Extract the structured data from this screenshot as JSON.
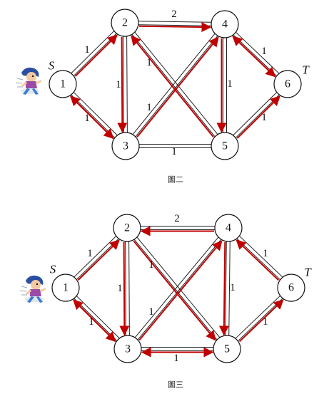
{
  "diagrams": [
    {
      "caption": "圖二",
      "nodes": [
        {
          "id": "1",
          "label": "1",
          "tag": "S"
        },
        {
          "id": "2",
          "label": "2",
          "tag": ""
        },
        {
          "id": "3",
          "label": "3",
          "tag": ""
        },
        {
          "id": "4",
          "label": "4",
          "tag": ""
        },
        {
          "id": "5",
          "label": "5",
          "tag": ""
        },
        {
          "id": "6",
          "label": "6",
          "tag": "T"
        }
      ],
      "edges": [
        {
          "from": "1",
          "to": "2",
          "weight": "1"
        },
        {
          "from": "1",
          "to": "3",
          "weight": "1"
        },
        {
          "from": "2",
          "to": "4",
          "weight": "2"
        },
        {
          "from": "2",
          "to": "3",
          "weight": "1"
        },
        {
          "from": "2",
          "to": "5",
          "weight": "1"
        },
        {
          "from": "3",
          "to": "4",
          "weight": "1"
        },
        {
          "from": "3",
          "to": "5",
          "weight": "1"
        },
        {
          "from": "4",
          "to": "5",
          "weight": "1"
        },
        {
          "from": "4",
          "to": "6",
          "weight": "1"
        },
        {
          "from": "5",
          "to": "6",
          "weight": "1"
        }
      ],
      "path": [
        "1",
        "2",
        "4",
        "5",
        "2",
        "3",
        "1",
        "3",
        "4",
        "6",
        "4",
        "5",
        "6"
      ]
    },
    {
      "caption": "圖三",
      "nodes": [
        {
          "id": "1",
          "label": "1",
          "tag": "S"
        },
        {
          "id": "2",
          "label": "2",
          "tag": ""
        },
        {
          "id": "3",
          "label": "3",
          "tag": ""
        },
        {
          "id": "4",
          "label": "4",
          "tag": ""
        },
        {
          "id": "5",
          "label": "5",
          "tag": ""
        },
        {
          "id": "6",
          "label": "6",
          "tag": "T"
        }
      ],
      "edges": [
        {
          "from": "1",
          "to": "2",
          "weight": "1"
        },
        {
          "from": "1",
          "to": "3",
          "weight": "1"
        },
        {
          "from": "2",
          "to": "4",
          "weight": "2"
        },
        {
          "from": "2",
          "to": "3",
          "weight": "1"
        },
        {
          "from": "2",
          "to": "5",
          "weight": "1"
        },
        {
          "from": "3",
          "to": "4",
          "weight": "1"
        },
        {
          "from": "3",
          "to": "5",
          "weight": "1"
        },
        {
          "from": "4",
          "to": "5",
          "weight": "1"
        },
        {
          "from": "4",
          "to": "6",
          "weight": "1"
        },
        {
          "from": "5",
          "to": "6",
          "weight": "1"
        }
      ],
      "path": [
        "1",
        "2",
        "3",
        "1",
        "3",
        "5",
        "3",
        "4",
        "2",
        "5",
        "6",
        "4",
        "5"
      ]
    }
  ],
  "colors": {
    "path": "#c00000",
    "edge": "#222222",
    "node": "#111111"
  },
  "mascot_icon": "running-person-icon"
}
